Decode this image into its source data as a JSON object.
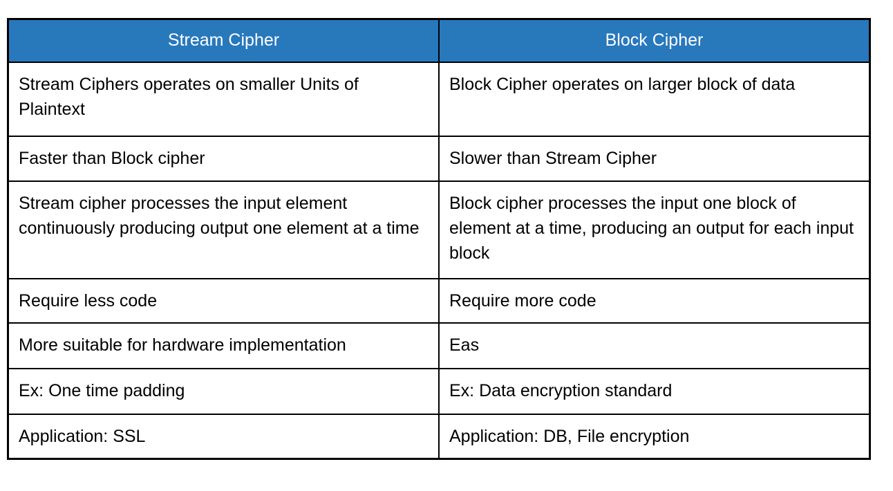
{
  "table": {
    "headers": [
      "Stream Cipher",
      "Block Cipher"
    ],
    "rows": [
      [
        "Stream Ciphers operates on smaller Units of Plaintext",
        "Block Cipher operates on larger block of data"
      ],
      [
        "Faster than Block cipher",
        "Slower than Stream Cipher"
      ],
      [
        "Stream cipher processes the input element continuously producing output one element at a time",
        "Block cipher processes the input one block of element at a time, producing an output for each input block"
      ],
      [
        "Require less code",
        "Require more code"
      ],
      [
        "More suitable for hardware implementation",
        "Eas"
      ],
      [
        "Ex: One time padding",
        "Ex: Data encryption standard"
      ],
      [
        "Application: SSL",
        "Application: DB, File encryption"
      ]
    ],
    "colors": {
      "header_bg": "#2878BC",
      "header_text": "#FFFFFF",
      "border": "#000000",
      "cell_bg": "#FFFFFF",
      "cell_text": "#000000",
      "page_bg": "#FFFFFF"
    }
  }
}
